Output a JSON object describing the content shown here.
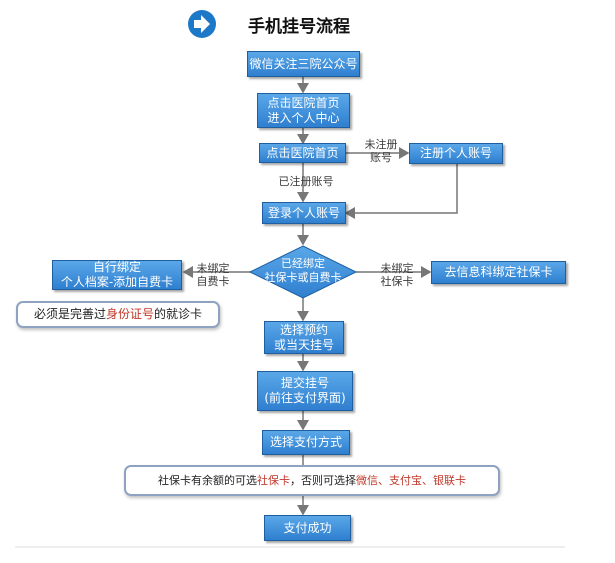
{
  "title": "手机挂号流程",
  "colors": {
    "box_fill": "#3a8ee0",
    "box_border": "#1f5f9f",
    "arrow": "#777777",
    "highlight": "#c0392b",
    "title_icon": "#1e78c8"
  },
  "icons": {
    "title_icon": "right-arrow-circle-icon"
  },
  "steps": {
    "follow": "微信关注三院公众号",
    "home1_line1": "点击医院首页",
    "home1_line2": "进入个人中心",
    "home2": "点击医院首页",
    "register": "注册个人账号",
    "login": "登录个人账号",
    "bind_line1": "已经绑定",
    "bind_line2": "社保卡或自费卡",
    "self_bind_line1": "自行绑定",
    "self_bind_line2": "个人档案-添加自费卡",
    "social_bind": "去信息科绑定社保卡",
    "choose_line1": "选择预约",
    "choose_line2": "或当天挂号",
    "submit_line1": "提交挂号",
    "submit_line2": "(前往支付界面)",
    "pay_method": "选择支付方式",
    "success": "支付成功"
  },
  "labels": {
    "unregistered_line1": "未注册",
    "unregistered_line2": "账号",
    "registered": "已注册账号",
    "unbound_self_line1": "未绑定",
    "unbound_self_line2": "自费卡",
    "unbound_social_line1": "未绑定",
    "unbound_social_line2": "社保卡"
  },
  "notes": {
    "id_note_prefix": "必须是完善过",
    "id_note_highlight": "身份证号",
    "id_note_suffix": "的就诊卡",
    "pay_note_prefix": "社保卡有余额的可选",
    "pay_note_highlight1": "社保卡",
    "pay_note_middle": "，否则可选择",
    "pay_note_highlight2": "微信、支付宝、银联卡"
  }
}
